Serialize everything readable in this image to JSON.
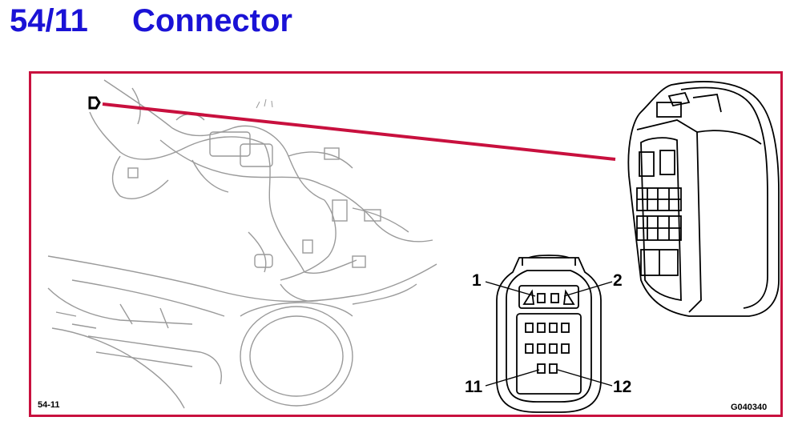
{
  "header": {
    "number": "54/11",
    "title": "Connector",
    "color": "#1a12d6"
  },
  "frame": {
    "color": "#c8103e"
  },
  "figure": {
    "code_left": "54-11",
    "code_right": "G040340"
  },
  "pins": {
    "p1": "1",
    "p2": "2",
    "p11": "11",
    "p12": "12"
  }
}
